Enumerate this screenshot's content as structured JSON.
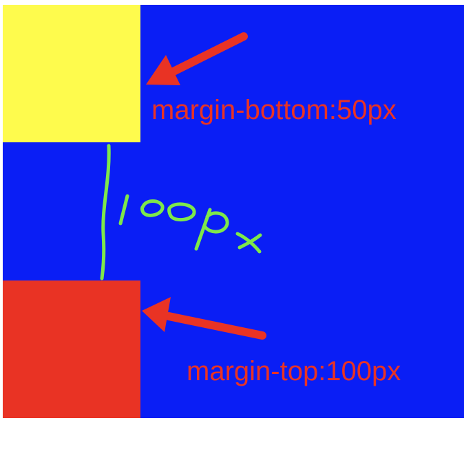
{
  "annotations": {
    "margin_bottom_label": "margin-bottom:50px",
    "margin_top_label": "margin-top:100px",
    "gap_label": "100px"
  },
  "colors": {
    "background": "#ffffff",
    "container": "#0a1ef5",
    "yellow_box": "#fefb4d",
    "red_box": "#e93324",
    "arrow": "#e93324",
    "handwriting": "#7ee84a"
  },
  "icons": {
    "arrow": "arrow-icon"
  }
}
